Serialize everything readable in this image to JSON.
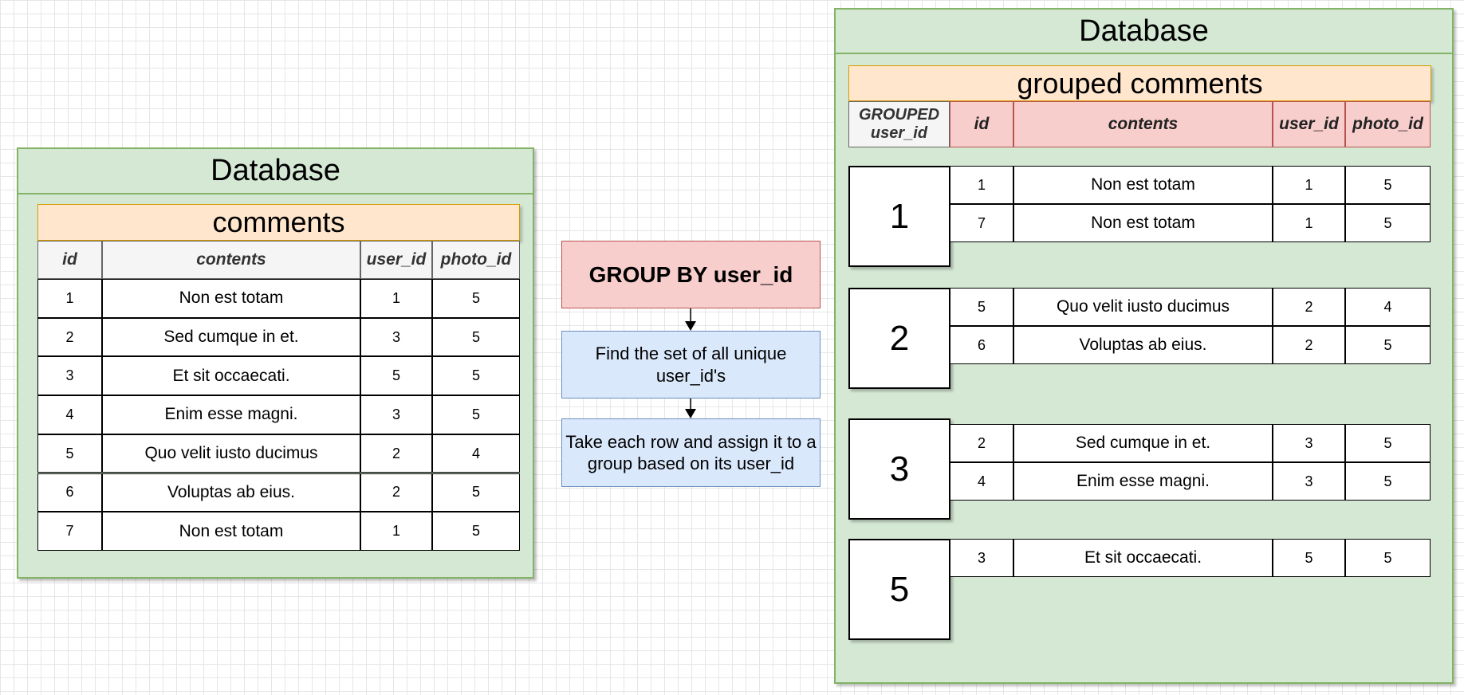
{
  "left_panel": {
    "title": "Database",
    "table": {
      "name": "comments",
      "columns": [
        "id",
        "contents",
        "user_id",
        "photo_id"
      ],
      "rows": [
        {
          "id": "1",
          "contents": "Non est totam",
          "user_id": "1",
          "photo_id": "5"
        },
        {
          "id": "2",
          "contents": "Sed cumque in et.",
          "user_id": "3",
          "photo_id": "5"
        },
        {
          "id": "3",
          "contents": "Et sit occaecati.",
          "user_id": "5",
          "photo_id": "5"
        },
        {
          "id": "4",
          "contents": "Enim esse magni.",
          "user_id": "3",
          "photo_id": "5"
        },
        {
          "id": "5",
          "contents": "Quo velit iusto ducimus",
          "user_id": "2",
          "photo_id": "4"
        },
        {
          "id": "6",
          "contents": "Voluptas ab eius.",
          "user_id": "2",
          "photo_id": "5"
        },
        {
          "id": "7",
          "contents": "Non est totam",
          "user_id": "1",
          "photo_id": "5"
        }
      ]
    }
  },
  "flow": {
    "group_by": "GROUP BY user_id",
    "step1": "Find the set of all unique user_id's",
    "step2": "Take each row and assign it to a group based on its user_id"
  },
  "right_panel": {
    "title": "Database",
    "table": {
      "name": "grouped comments",
      "grouped_header": "GROUPED user_id",
      "columns": [
        "id",
        "contents",
        "user_id",
        "photo_id"
      ],
      "groups": [
        {
          "key": "1",
          "rows": [
            {
              "id": "1",
              "contents": "Non est totam",
              "user_id": "1",
              "photo_id": "5"
            },
            {
              "id": "7",
              "contents": "Non est totam",
              "user_id": "1",
              "photo_id": "5"
            }
          ]
        },
        {
          "key": "2",
          "rows": [
            {
              "id": "5",
              "contents": "Quo velit iusto ducimus",
              "user_id": "2",
              "photo_id": "4"
            },
            {
              "id": "6",
              "contents": "Voluptas ab eius.",
              "user_id": "2",
              "photo_id": "5"
            }
          ]
        },
        {
          "key": "3",
          "rows": [
            {
              "id": "2",
              "contents": "Sed cumque in et.",
              "user_id": "3",
              "photo_id": "5"
            },
            {
              "id": "4",
              "contents": "Enim esse magni.",
              "user_id": "3",
              "photo_id": "5"
            }
          ]
        },
        {
          "key": "5",
          "rows": [
            {
              "id": "3",
              "contents": "Et sit occaecati.",
              "user_id": "5",
              "photo_id": "5"
            }
          ]
        }
      ]
    }
  },
  "colors": {
    "panel_fill": "#d5e8d4",
    "panel_stroke": "#82b366",
    "table_name_fill": "#ffe6cc",
    "table_name_stroke": "#d79b00",
    "red_fill": "#f8cecc",
    "red_stroke": "#b85450",
    "blue_fill": "#dae8fc",
    "blue_stroke": "#6c8ebf",
    "header_gray": "#f5f5f5"
  }
}
